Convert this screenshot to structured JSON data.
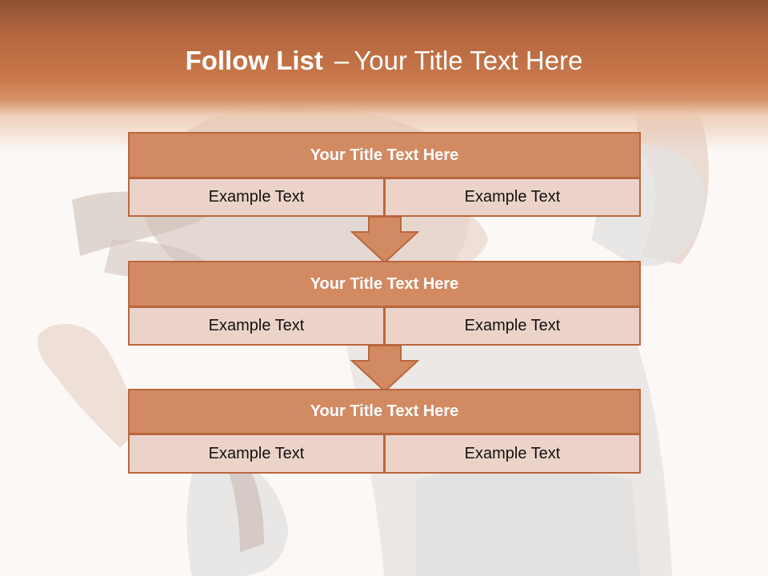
{
  "slide": {
    "title_bold": "Follow List",
    "title_separator": "–",
    "title_rest": "Your Title Text Here"
  },
  "blocks": [
    {
      "heading": "Your Title Text Here",
      "left_text": "Example Text",
      "right_text": "Example Text"
    },
    {
      "heading": "Your Title Text Here",
      "left_text": "Example Text",
      "right_text": "Example Text"
    },
    {
      "heading": "Your Title Text Here",
      "left_text": "Example Text",
      "right_text": "Example Text"
    }
  ],
  "colors": {
    "banner": "#c9784a",
    "block_header": "#d28a63",
    "block_cell": "#ecd3c9",
    "border": "#b9673d",
    "background": "#fbf8f6"
  }
}
